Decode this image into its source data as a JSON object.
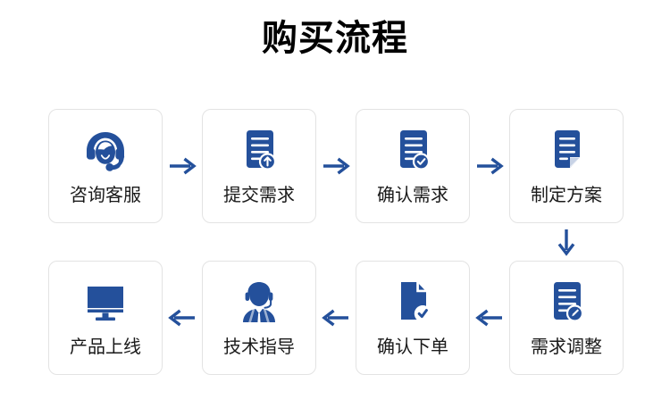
{
  "page": {
    "title": "购买流程",
    "background_color": "#ffffff",
    "accent_color": "#24509b",
    "card_border_color": "#e3e3e3",
    "label_color": "#1a1a1a"
  },
  "flow": {
    "top_row": [
      {
        "label": "咨询客服",
        "icon": "headset-support-agent-icon",
        "step": 1
      },
      {
        "label": "提交需求",
        "icon": "document-upload-icon",
        "step": 2
      },
      {
        "label": "确认需求",
        "icon": "document-check-icon",
        "step": 3
      },
      {
        "label": "制定方案",
        "icon": "document-folded-corner-icon",
        "step": 4
      }
    ],
    "bottom_row": [
      {
        "label": "产品上线",
        "icon": "monitor-icon",
        "step": 8
      },
      {
        "label": "技术指导",
        "icon": "technician-headset-icon",
        "step": 7
      },
      {
        "label": "确认下单",
        "icon": "page-check-icon",
        "step": 6
      },
      {
        "label": "需求调整",
        "icon": "document-edit-icon",
        "step": 5
      }
    ],
    "arrows": {
      "top_right_1": "arrow-right-icon",
      "top_right_2": "arrow-right-icon",
      "top_right_3": "arrow-right-icon",
      "down": "arrow-down-icon",
      "bottom_left_1": "arrow-left-icon",
      "bottom_left_2": "arrow-left-icon",
      "bottom_left_3": "arrow-left-icon"
    }
  }
}
